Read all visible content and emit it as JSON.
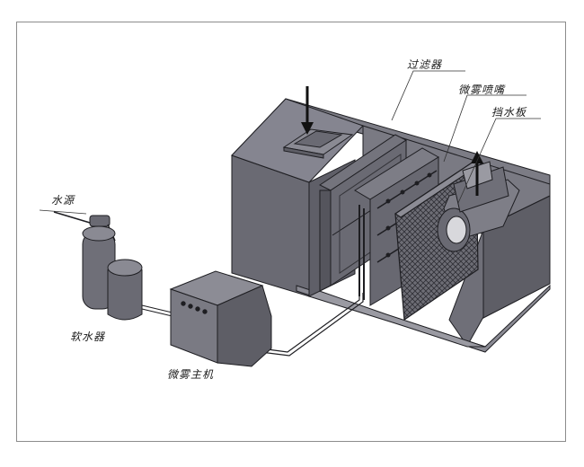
{
  "labels": {
    "filter": "过滤器",
    "nozzle": "微雾喷嘴",
    "plate": "挡水板",
    "water_source": "水源",
    "softener": "软水器",
    "host": "微雾主机"
  },
  "colors": {
    "background": "#ffffff",
    "frame": "#8c8c8c",
    "housing_dark": "#5e5e66",
    "housing_mid": "#6f6f78",
    "housing_light": "#8a8a93",
    "outline": "#1e1e22",
    "label_text": "#1a1a1a"
  }
}
